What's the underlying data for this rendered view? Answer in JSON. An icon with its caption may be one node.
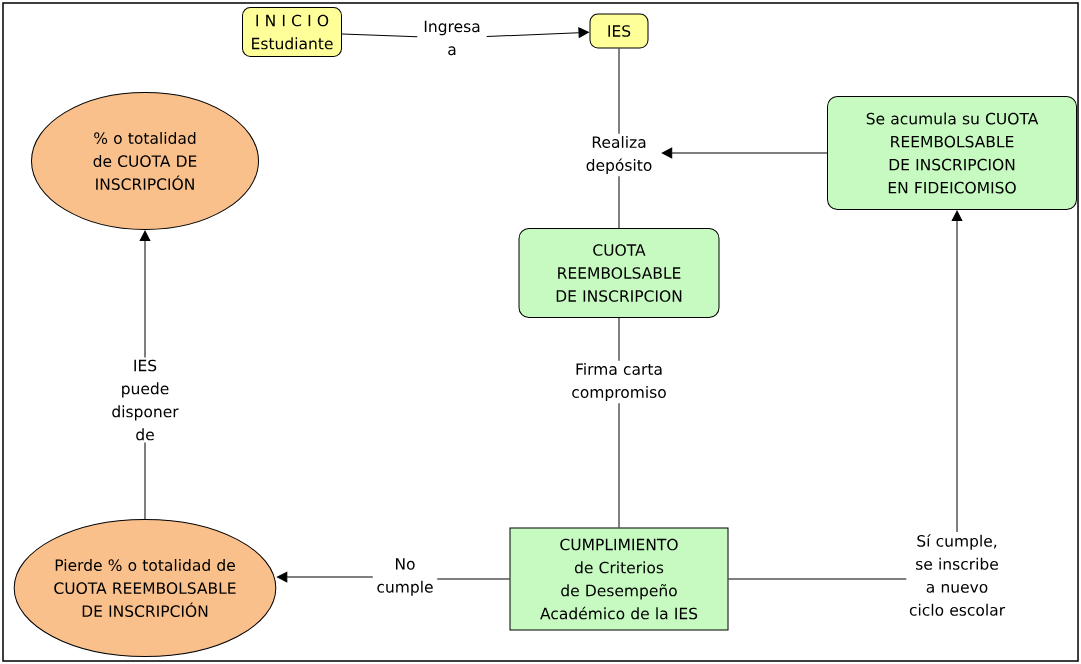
{
  "diagram": {
    "nodes": [
      {
        "text": [
          "I N I C I O Estudiante"
        ]
      },
      {
        "text": [
          "Ingresa a"
        ]
      },
      {
        "text": [
          "IES"
        ]
      },
      {
        "text": [
          "Realiza depósito"
        ]
      },
      {
        "text": [
          "Se acumula su CUOTA REEMBOLSABLE DE INSCRIPCION EN FIDEICOMISO"
        ]
      },
      {
        "text": [
          "% o totalidad de CUOTA DE INSCRIPCIÓN"
        ]
      },
      {
        "text": [
          "CUOTA REEMBOLSABLE DE INSCRIPCION"
        ]
      },
      {
        "text": [
          "IES puede disponer de"
        ]
      },
      {
        "text": [
          "Firma carta compromiso"
        ]
      },
      {
        "text": [
          "CUMPLIMIENTO de Criterios de Desempeño Académico de la IES"
        ]
      },
      {
        "text": [
          "Sí cumple, se inscribe a nuevo ciclo escolar"
        ]
      },
      {
        "text": [
          "Pierde % o totalidad de CUOTA REEMBOLSABLE DE INSCRIPCIÓN"
        ]
      },
      {
        "text": [
          "No cumple"
        ]
      }
    ],
    "edges": [
      {
        "from": 0,
        "to": 1,
        "arrow": "none"
      },
      {
        "from": 1,
        "to": 2,
        "arrow": "to"
      },
      {
        "from": 2,
        "to": 3,
        "arrow": "none"
      },
      {
        "from": 4,
        "to": 3,
        "arrow": "to"
      },
      {
        "from": 3,
        "to": 6,
        "arrow": "none"
      },
      {
        "from": 6,
        "to": 8,
        "arrow": "none"
      },
      {
        "from": 8,
        "to": 9,
        "arrow": "none"
      },
      {
        "from": 9,
        "to": 12,
        "arrow": "none"
      },
      {
        "from": 12,
        "to": 11,
        "arrow": "to"
      },
      {
        "from": 11,
        "to": 7,
        "arrow": "none"
      },
      {
        "from": 7,
        "to": 5,
        "arrow": "to"
      },
      {
        "from": 9,
        "to": 10,
        "arrow": "none"
      },
      {
        "from": 10,
        "to": 4,
        "arrow": "to"
      }
    ]
  }
}
